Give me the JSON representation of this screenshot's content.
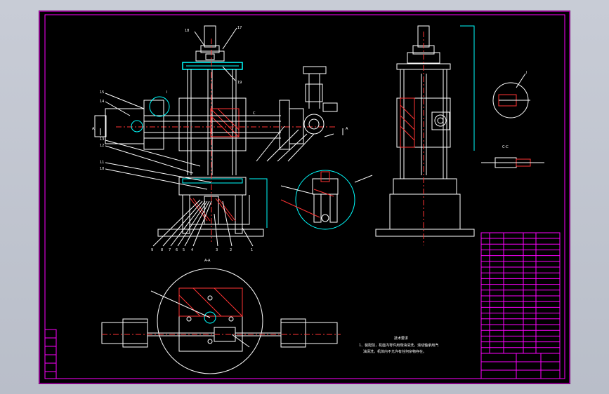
{
  "drawing": {
    "section_title": "A-A",
    "cut_marker_left": "A",
    "cut_marker_right": "A",
    "view_label_cc_top": "C",
    "view_label_cc_side": "C-C",
    "detail_label_1": "I",
    "detail_label_2": "II",
    "tech_title": "技术要求",
    "tech_line1": "1、装配前，机座内零件用煤油清洗，滚动轴承用汽",
    "tech_line2": "油清洗，机体内不允许有任何杂物存在。"
  },
  "balloons_top": [
    "18",
    "17",
    "19"
  ],
  "balloons_left": [
    "15",
    "14",
    "13",
    "12",
    "11",
    "10"
  ],
  "balloons_bottom": [
    "9",
    "8",
    "7",
    "6",
    "5",
    "4",
    "3",
    "2",
    "1"
  ],
  "colors": {
    "frame": "#ff00ff",
    "lines": "#ffffff",
    "section": "#00ffff",
    "hatch": "#ff3333",
    "background": "#000000"
  }
}
